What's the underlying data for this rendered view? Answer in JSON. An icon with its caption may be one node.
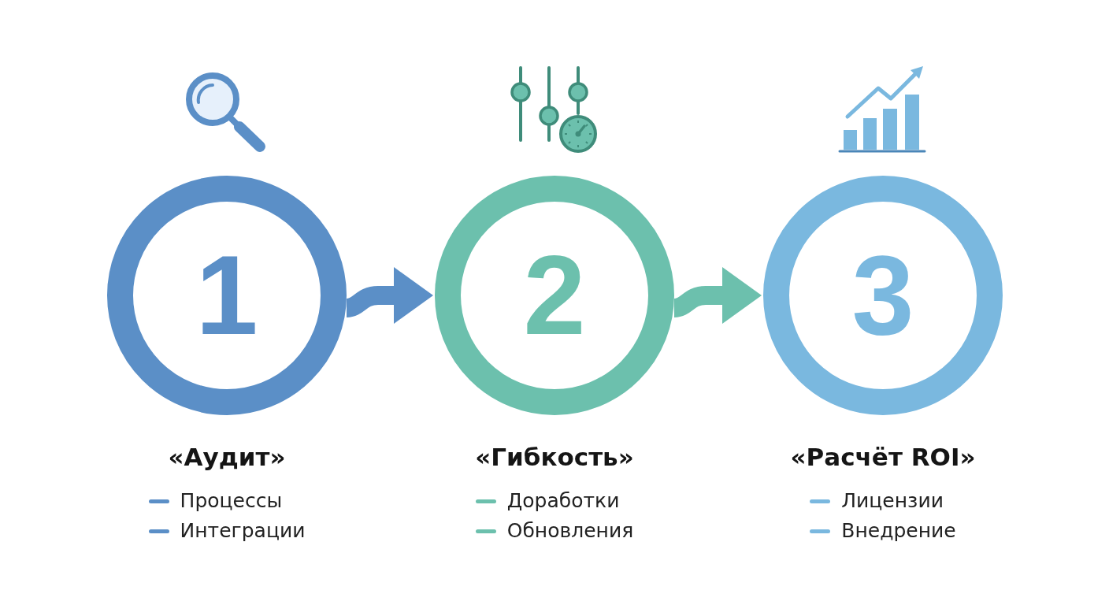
{
  "diagram": {
    "nodes": [
      {
        "text": [
          "1"
        ],
        "beside": [
          "«Аудит»",
          "Процессы",
          "Интеграции"
        ]
      },
      {
        "text": [
          "2"
        ],
        "beside": [
          "«Гибкость»",
          "Доработки",
          "Обновления"
        ]
      },
      {
        "text": [
          "3"
        ],
        "beside": [
          "«Расчёт ROI»",
          "Лицензии",
          "Внедрение"
        ]
      }
    ],
    "edges": [
      {
        "from": 0,
        "to": 1,
        "arrow": "to",
        "color": "#5b8fc7"
      },
      {
        "from": 1,
        "to": 2,
        "arrow": "to",
        "color": "#6cc0ad"
      }
    ]
  }
}
